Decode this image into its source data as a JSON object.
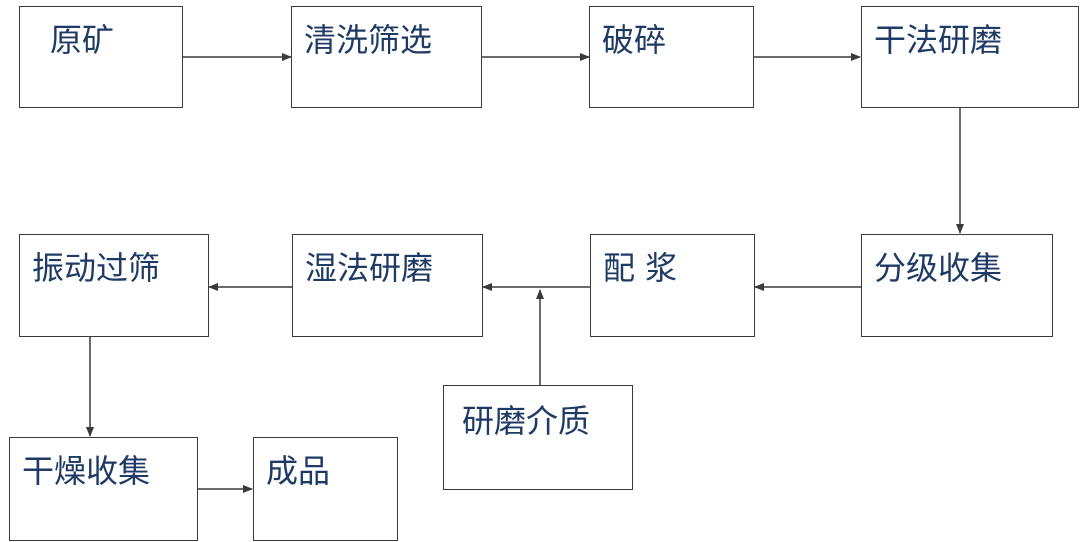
{
  "colors": {
    "text": "#1f3a64",
    "border": "#3a3a3a",
    "arrow": "#3a3a3a"
  },
  "diagram": {
    "nodes": [
      {
        "id": "ore",
        "label": "原矿"
      },
      {
        "id": "wash",
        "label": "清洗筛选"
      },
      {
        "id": "crush",
        "label": "破碎"
      },
      {
        "id": "drymill",
        "label": "干法研磨"
      },
      {
        "id": "classify",
        "label": "分级收集"
      },
      {
        "id": "slurry",
        "label": "配 浆"
      },
      {
        "id": "wetmill",
        "label": "湿法研磨"
      },
      {
        "id": "vibscreen",
        "label": "振动过筛"
      },
      {
        "id": "dry",
        "label": "干燥收集"
      },
      {
        "id": "product",
        "label": "成品"
      },
      {
        "id": "media",
        "label": "研磨介质"
      }
    ],
    "edges": [
      {
        "from": "ore",
        "to": "wash"
      },
      {
        "from": "wash",
        "to": "crush"
      },
      {
        "from": "crush",
        "to": "drymill"
      },
      {
        "from": "drymill",
        "to": "classify"
      },
      {
        "from": "classify",
        "to": "slurry"
      },
      {
        "from": "slurry",
        "to": "wetmill"
      },
      {
        "from": "wetmill",
        "to": "vibscreen"
      },
      {
        "from": "vibscreen",
        "to": "dry"
      },
      {
        "from": "dry",
        "to": "product"
      },
      {
        "from": "media",
        "to": "slurry-wetmill-link"
      }
    ]
  }
}
